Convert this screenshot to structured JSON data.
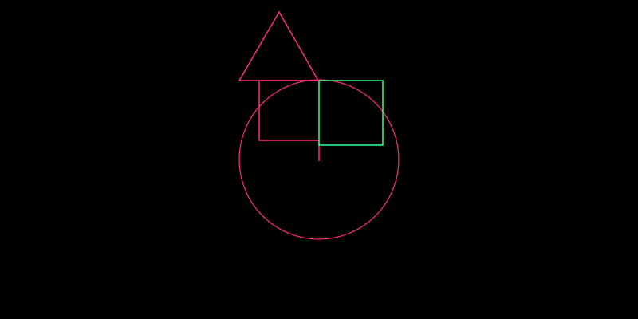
{
  "colors": {
    "background": "#000000",
    "pink": "#ff2d78",
    "green": "#33ff88"
  },
  "shapes": [
    {
      "kind": "triangle",
      "color": "pink"
    },
    {
      "kind": "square",
      "color": "pink"
    },
    {
      "kind": "rectangle",
      "color": "green"
    },
    {
      "kind": "circle",
      "color": "pink"
    },
    {
      "kind": "tick-line",
      "color": "pink"
    }
  ]
}
